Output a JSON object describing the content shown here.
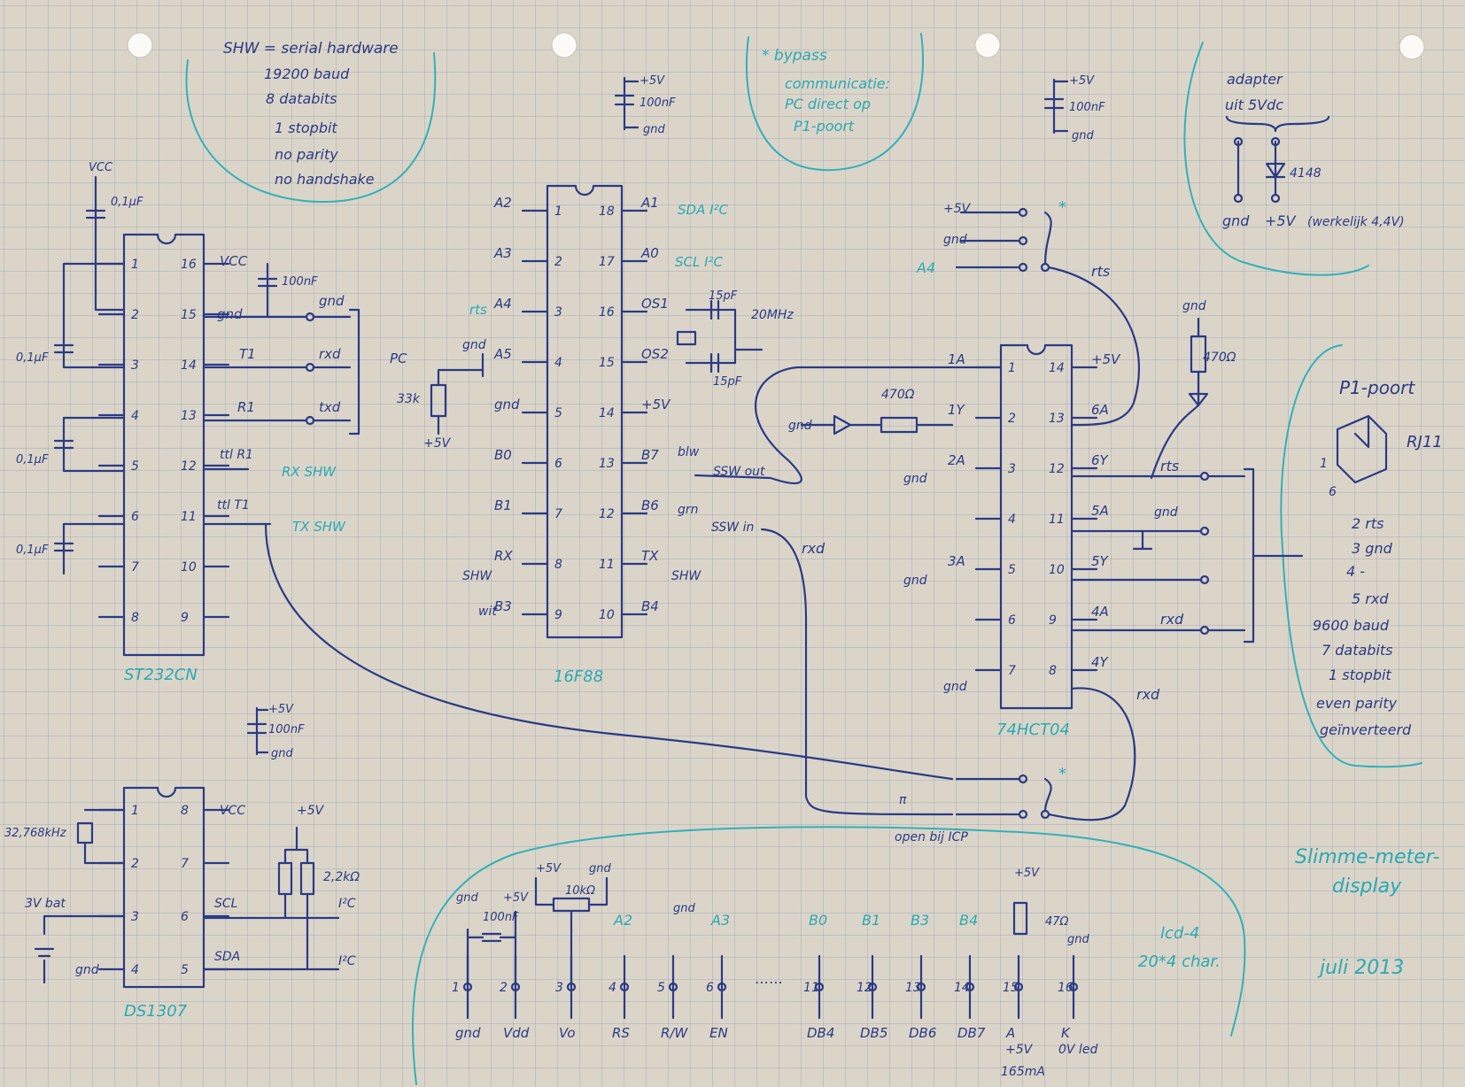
{
  "notes": {
    "serial": [
      "SHW = serial hardware",
      "19200 baud",
      "8 databits",
      "1 stopbit",
      "no parity",
      "no handshake"
    ],
    "bypass": [
      "* bypass",
      "communicatie:",
      "PC direct op",
      "P1-poort"
    ],
    "adapter": [
      "adapter",
      "uit 5Vdc",
      "gnd",
      "+5V",
      "4148",
      "(werkelijk 4,4V)"
    ],
    "p1": [
      "P1-poort",
      "RJ11",
      "1",
      "6",
      "2 rts",
      "3 gnd",
      "4 -",
      "5 rxd",
      "9600 baud",
      "7 databits",
      "1 stopbit",
      "even parity",
      "geïnverteerd"
    ],
    "title": [
      "Slimme-meter-",
      "display"
    ],
    "date": "juli 2013"
  },
  "decoupling": {
    "plus": "+5V",
    "cap": "100nF",
    "gnd": "gnd"
  },
  "st232": {
    "name": "ST232CN",
    "left_pins": [
      "1",
      "2",
      "3",
      "4",
      "5",
      "6",
      "7",
      "8"
    ],
    "right_pins": [
      "16",
      "15",
      "14",
      "13",
      "12",
      "11",
      "10",
      "9"
    ],
    "labels": {
      "vcc": "VCC",
      "gnd": "gnd",
      "t1": "T1",
      "r1": "R1",
      "ttlr1": "ttl R1",
      "ttlt1": "ttl T1",
      "rx": "RX SHW",
      "tx": "TX SHW",
      "cap": "0,1µF",
      "vcc_top": "VCC",
      "c100": "100nF",
      "pc": "PC",
      "gnd2": "gnd",
      "rxd": "rxd",
      "txd": "txd"
    }
  },
  "pic": {
    "name": "16F88",
    "left_pins": [
      "1",
      "2",
      "3",
      "4",
      "5",
      "6",
      "7",
      "8",
      "9"
    ],
    "right_pins": [
      "18",
      "17",
      "16",
      "15",
      "14",
      "13",
      "12",
      "11",
      "10"
    ],
    "left_labels": [
      "A2",
      "A3",
      "A4",
      "A5",
      "gnd",
      "B0",
      "B1",
      "RX",
      "B3"
    ],
    "right_labels": [
      "A1",
      "A0",
      "OS1",
      "OS2",
      "+5V",
      "B7",
      "B6",
      "TX",
      "B4"
    ],
    "right_ext": [
      "SDA I²C",
      "SCL I²C"
    ],
    "misc": {
      "rts": "rts",
      "gnd": "gnd",
      "r33k": "33k",
      "p5": "+5V",
      "shw1": "SHW",
      "shw2": "SHW",
      "wit": "wit",
      "blw": "blw",
      "grn": "grn",
      "sswout": "SSW out",
      "sswin": "SSW in",
      "c15a": "15pF",
      "c15b": "15pF",
      "xtal": "20MHz"
    }
  },
  "hct": {
    "name": "74HCT04",
    "left_pins": [
      "1",
      "2",
      "3",
      "4",
      "5",
      "6",
      "7"
    ],
    "right_pins": [
      "14",
      "13",
      "12",
      "11",
      "10",
      "9",
      "8"
    ],
    "left_labels": [
      "1A",
      "1Y",
      "2A",
      "",
      "3A",
      "",
      ""
    ],
    "right_labels": [
      "+5V",
      "6A",
      "6Y",
      "5A",
      "5Y",
      "4A",
      "4Y"
    ],
    "misc": {
      "gnd1": "gnd",
      "gnd2": "gnd",
      "gnd3": "gnd",
      "gnd4": "gnd",
      "gnd5": "gnd",
      "r470": "470Ω",
      "r470b": "470Ω",
      "rts": "rts",
      "rtsb": "rts",
      "rxdb": "rxd",
      "rxd1": "rxd",
      "rxd2": "rxd",
      "gnd6": "gnd",
      "p5": "+5V",
      "gnd7": "gnd",
      "a4": "A4",
      "star": "*",
      "star2": "*",
      "open": "open bij ICP",
      "sw": "π"
    }
  },
  "ds1307": {
    "name": "DS1307",
    "left_pins": [
      "1",
      "2",
      "3",
      "4"
    ],
    "right_pins": [
      "8",
      "7",
      "6",
      "5"
    ],
    "labels": {
      "xtal": "32,768kHz",
      "bat": "3V bat",
      "gnd": "gnd",
      "vcc": "VCC",
      "scl": "SCL",
      "sda": "SDA",
      "p5": "+5V",
      "r": "2,2kΩ",
      "i2c1": "I²C",
      "i2c2": "I²C"
    }
  },
  "lcd": {
    "name": [
      "lcd-4",
      "20*4 char."
    ],
    "pins": [
      "1",
      "2",
      "3",
      "4",
      "5",
      "6",
      "⋯⋯",
      "11",
      "12",
      "13",
      "14",
      "15",
      "16"
    ],
    "bottom": [
      "gnd",
      "Vdd",
      "Vo",
      "RS",
      "R/W",
      "EN",
      "",
      "DB4",
      "DB5",
      "DB6",
      "DB7",
      "A",
      "K"
    ],
    "top": [
      "A2",
      "A3",
      "B0",
      "B1",
      "B3",
      "B4"
    ],
    "misc": {
      "gnd1": "gnd",
      "p5": "+5V",
      "c100": "100nF",
      "pot": "10kΩ",
      "p5b": "+5V",
      "gnd2": "gnd",
      "gnd3": "gnd",
      "p5c": "+5V",
      "r47": "47Ω",
      "gnd4": "gnd",
      "a1": "+5V",
      "a2": "165mA",
      "k": "0V led"
    }
  }
}
